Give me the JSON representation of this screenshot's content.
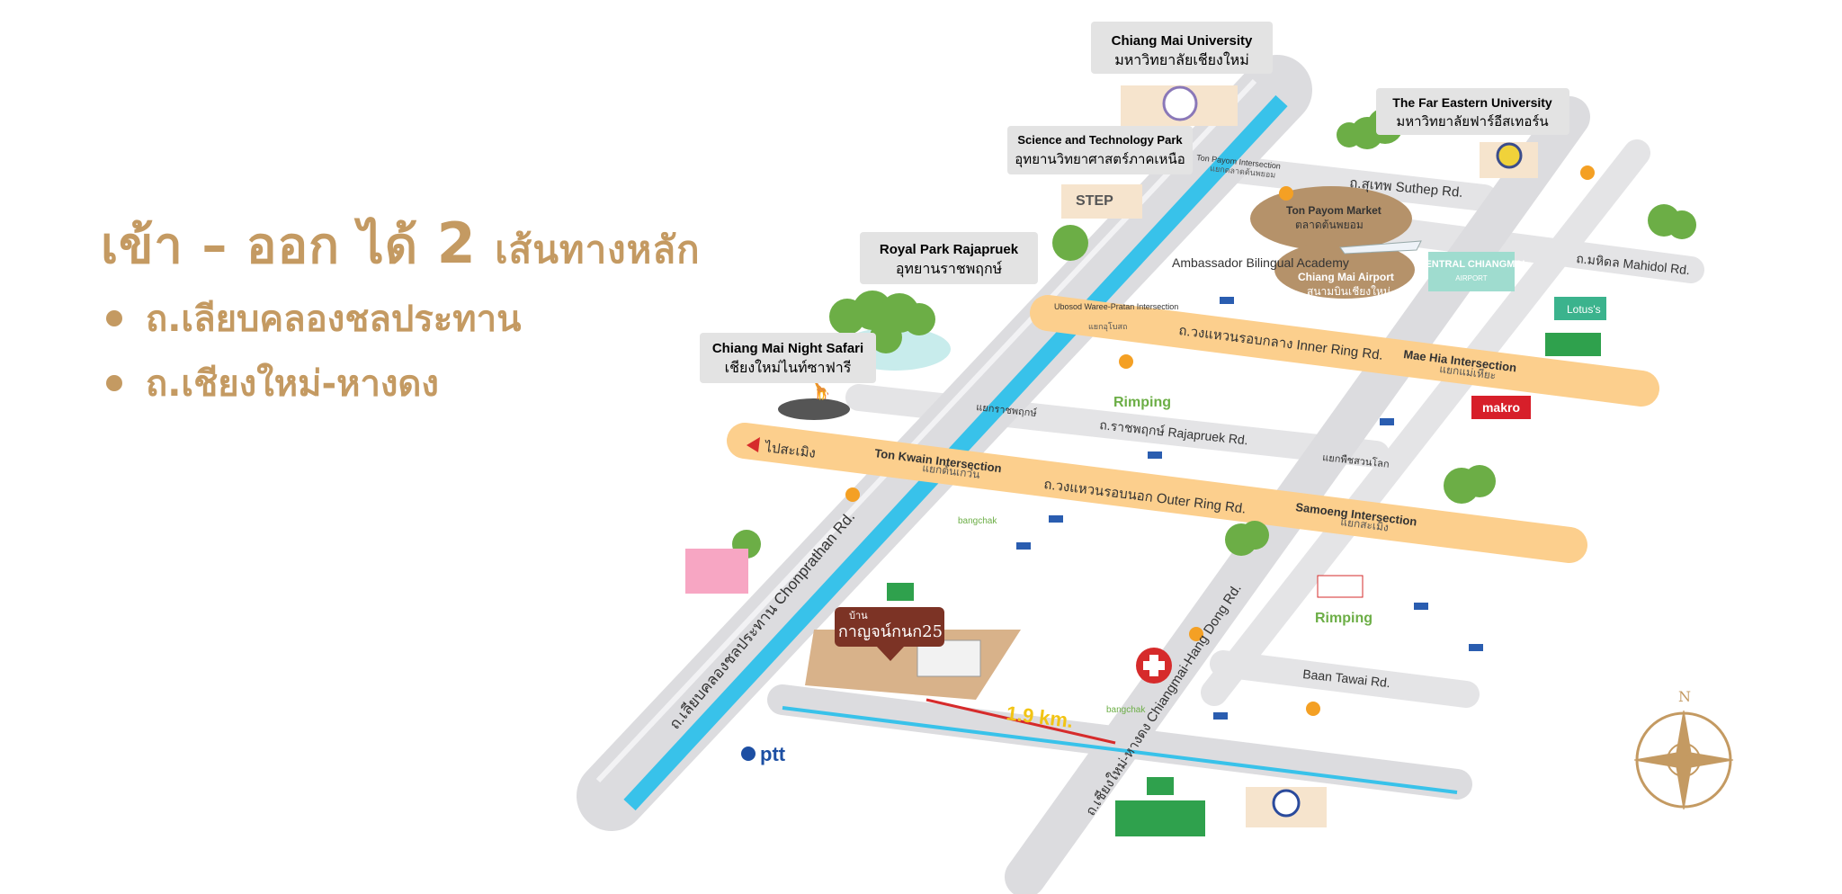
{
  "headline": {
    "part1": "เข้า – ออก ได้",
    "number": "2",
    "part2": "เส้นทางหลัก"
  },
  "routes": [
    "ถ.เลียบคลองชลประทาน",
    "ถ.เชียงใหม่-หางดง"
  ],
  "colors": {
    "gold": "#c49a62",
    "road": "#e4e4e6",
    "ring_road": "#fccf8d",
    "canal": "#38c2ea",
    "callout": "#e3e3e3",
    "red_route": "#d62b2b",
    "distance_text": "#f2c414"
  },
  "landmarks": {
    "cmu_en": "Chiang Mai University",
    "cmu_th": "มหาวิทยาลัยเชียงใหม่",
    "feu_en": "The Far Eastern University",
    "feu_th": "มหาวิทยาลัยฟาร์อีสเทอร์น",
    "stp_en": "Science and Technology Park",
    "stp_th": "อุทยานวิทยาศาสตร์ภาคเหนือ",
    "royal_en": "Royal Park Rajapruek",
    "royal_th": "อุทยานราชพฤกษ์",
    "safari_en": "Chiang Mai Night Safari",
    "safari_th": "เชียงใหม่ไนท์ซาฟารี",
    "market_en": "Ton Payom Market",
    "market_th": "ตลาดต้นพยอม",
    "airport_en": "Chiang Mai Airport",
    "airport_th": "สนามบินเชียงใหม่",
    "ambassador": "Ambassador Bilingual Academy",
    "central": "CENTRAL CHIANGMAI",
    "central_sub": "AIRPORT",
    "lotus": "Lotus's",
    "makro": "makro",
    "rimping1": "Rimping",
    "rimping2": "Rimping",
    "ptt": "ptt",
    "project_small": "บ้าน",
    "project_name": "กาญจน์กนก25",
    "bangchak1": "bangchak",
    "bangchak2": "bangchak",
    "compass_n": "N"
  },
  "roads": {
    "suthep": "ถ.สุเทพ Suthep Rd.",
    "mahidol": "ถ.มหิดล Mahidol Rd.",
    "inner_ring": "ถ.วงแหวนรอบกลาง Inner Ring Rd.",
    "outer_ring": "ถ.วงแหวนรอบนอก Outer Ring Rd.",
    "rajapruek": "ถ.ราชพฤกษ์ Rajapruek Rd.",
    "chonprathan": "ถ.เลียบคลองชลประทาน Chonprathan Rd.",
    "hangdong": "ถ.เชียงใหม่-หางดง Chiangmai-Hang Dong Rd.",
    "baan_tawai": "Baan Tawai Rd.",
    "to_samoeng": "ไปสะเมิง"
  },
  "intersections": {
    "ton_payom_en": "Ton Payom Intersection",
    "ton_payom_th": "แยกตลาดต้นพยอม",
    "ubosod_en": "Ubosod Waree-Pratan Intersection",
    "ubosod_th": "แยกอุโบสถ",
    "mae_hia_en": "Mae Hia Intersection",
    "mae_hia_th": "แยกแม่เหียะ",
    "ton_kwain_en": "Ton Kwain Intersection",
    "ton_kwain_th": "แยกต้นเกว๋น",
    "samoeng_en": "Samoeng Intersection",
    "samoeng_th": "แยกสะเมิง",
    "rajapruek_th": "แยกราชพฤกษ์",
    "phrae_th": "แยกพืชสวนโลก"
  },
  "distance": "1.9 km."
}
